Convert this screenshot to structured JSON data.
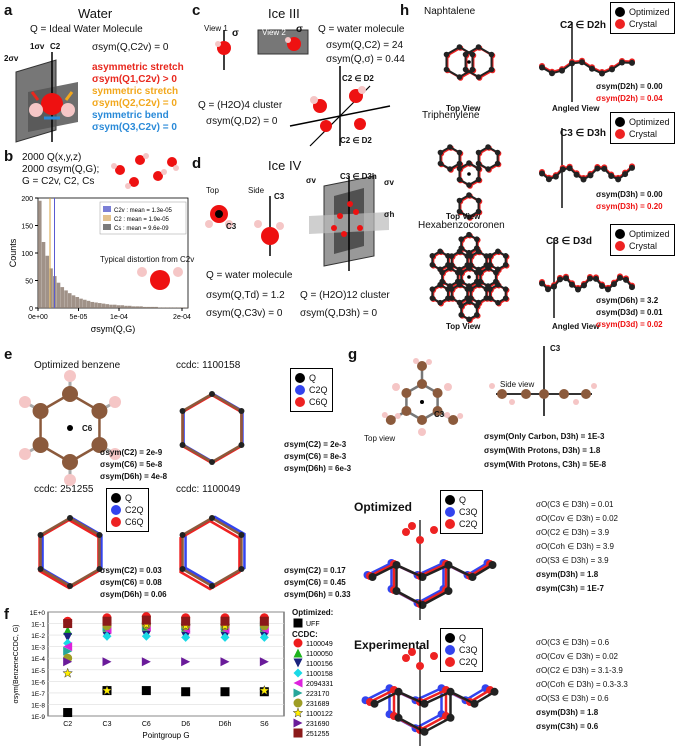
{
  "panels": {
    "a": {
      "label": "a",
      "title": "Water",
      "q_def": "Q = Ideal Water Molecule",
      "sym_eq": "σsym(Q,C2v) = 0",
      "axis_labels": [
        "1σv",
        "C2",
        "2σv"
      ],
      "modes": [
        {
          "text": "asymmetric stretch",
          "color": "#e8281e"
        },
        {
          "text": "σsym(Q1,C2v) > 0",
          "color": "#e8281e"
        },
        {
          "text": "symmetric stretch",
          "color": "#f2a81d"
        },
        {
          "text": "σsym(Q2,C2v) = 0",
          "color": "#f2a81d"
        },
        {
          "text": "symmetric bend",
          "color": "#2a8ad8"
        },
        {
          "text": "σsym(Q3,C2v) = 0",
          "color": "#2a8ad8"
        }
      ]
    },
    "b": {
      "label": "b",
      "lines": [
        "2000 Q(x,y,z)",
        "2000 σsym(Q,G);",
        "G = C2v, C2, Cs"
      ],
      "annotation": "Typical distortion from C2v"
    },
    "c": {
      "label": "c",
      "title": "Ice III",
      "view1": "View 1",
      "view2": "View 2",
      "sigma": "σ",
      "q_def": "Q = water molecule",
      "eq1": "σsym(Q,C2) = 24",
      "eq2": "σsym(Q,σ) = 0.44",
      "cluster": "Q = (H2O)4 cluster",
      "cluster_eq": "σsym(Q,D2) = 0",
      "axis1": "C2 ∈ D2",
      "axis2": "C2 ∈ D2"
    },
    "d": {
      "label": "d",
      "title": "Ice IV",
      "top": "Top",
      "side": "Side",
      "c3a": "C3",
      "c3b": "C3",
      "q_def": "Q = water molecule",
      "eq1": "σsym(Q,Td) = 1.2",
      "eq2": "σsym(Q,C3v) = 0",
      "cluster": "Q = (H2O)12 cluster",
      "cluster_eq": "σsym(Q,D3h) = 0",
      "axis": "C3 ∈ D3h",
      "sv1": "σv",
      "sv2": "σv",
      "sh": "σh"
    },
    "e": {
      "label": "e",
      "titles": [
        "Optimized benzene",
        "ccdc: 1100158",
        "ccdc: 251255",
        "ccdc: 1100049"
      ],
      "c6": "C6",
      "legend": [
        "Q",
        "C2Q",
        "C6Q"
      ],
      "vals": [
        [
          "σsym(C2) = 2e-9",
          "σsym(C6) = 5e-8",
          "σsym(D6h) = 4e-8"
        ],
        [
          "σsym(C2) = 2e-3",
          "σsym(C6) = 8e-3",
          "σsym(D6h) = 6e-3"
        ],
        [
          "σsym(C2) = 0.03",
          "σsym(C6) = 0.08",
          "σsym(D6h) = 0.06"
        ],
        [
          "σsym(C2) = 0.17",
          "σsym(C6) = 0.45",
          "σsym(D6h) = 0.33"
        ]
      ]
    },
    "f": {
      "label": "f",
      "optimized_label": "Optimized:",
      "ccdc_label": "CCDC:"
    },
    "g": {
      "label": "g",
      "side_view": "Side view",
      "top_view": "Top view",
      "c3": "C3",
      "c3b": "C3",
      "eqs": [
        "σsym(Only Carbon, D3h) = 1E-3",
        "σsym(With Protons, D3h) = 1.8",
        "σsym(With Protons, C3h) = 5E-8"
      ],
      "optimized": "Optimized",
      "experimental": "Experimental",
      "legend": [
        "Q",
        "C3Q",
        "C2Q"
      ],
      "opt_vals": [
        "σO(C3 ∈ D3h) = 0.01",
        "σO(Cσv ∈ D3h) = 0.02",
        "σO(C2 ∈ D3h) = 3.9",
        "σO(Cσh ∈ D3h) = 3.9",
        "σO(S3 ∈ D3h) = 3.9",
        "σsym(D3h) = 1.8",
        "σsym(C3h) = 1E-7"
      ],
      "exp_vals": [
        "σO(C3 ∈ D3h) = 0.6",
        "σO(Cσv ∈ D3h) = 0.02",
        "σO(C2 ∈ D3h) = 3.1-3.9",
        "σO(Cσh ∈ D3h) = 0.3-3.3",
        "σO(S3 ∈ D3h) = 0.6",
        "σsym(D3h) = 1.8",
        "σsym(C3h) = 0.6"
      ]
    },
    "h": {
      "label": "h",
      "mols": [
        "Naphtalene",
        "Triphenylene",
        "Hexabenzocoronen"
      ],
      "top_view": "Top View",
      "angled_view": "Angled View",
      "axes": [
        "C2 ∈ D2h",
        "C3 ∈ D3h",
        "C3 ∈ D3d"
      ],
      "legend": [
        "Optimized",
        "Crystal"
      ],
      "vals": [
        [
          "σsym(D2h) = 0.00",
          "σsym(D2h) = 0.04"
        ],
        [
          "σsym(D3h) = 0.00",
          "σsym(D3h) = 0.20"
        ],
        [
          "σsym(D6h) = 3.2",
          "σsym(D3d) = 0.01",
          "σsym(D3d) = 0.02"
        ]
      ]
    }
  },
  "chart_data": [
    {
      "type": "bar",
      "panel": "b",
      "xlabel": "σsym(Q,G)",
      "ylabel": "Counts",
      "ylim": [
        0,
        200
      ],
      "yticks": [
        0,
        50,
        100,
        150,
        200
      ],
      "xticks": [
        "0e+00",
        "5e-05",
        "1e-04",
        "2e-04"
      ],
      "legend_position": "top-right",
      "series": [
        {
          "name": "C2v : mean = 1.3e-05",
          "color": "#7b7fd6"
        },
        {
          "name": "C2 : mean = 1.9e-05",
          "color": "#e3c28f"
        },
        {
          "name": "Cs : mean = 9.6e-09",
          "color": "#7c7c7c"
        }
      ],
      "values": [
        195,
        120,
        95,
        72,
        58,
        46,
        38,
        32,
        27,
        23,
        20,
        17,
        15,
        13,
        11,
        10,
        9,
        8,
        7,
        6,
        6,
        5,
        5,
        4,
        4,
        3,
        3,
        3,
        2,
        2,
        2,
        2,
        1,
        1,
        1,
        1,
        1,
        1,
        1,
        1
      ]
    },
    {
      "type": "scatter",
      "panel": "f",
      "xlabel": "Pointgroup G",
      "ylabel": "σsym(BenzeneCCDC, G)",
      "categories": [
        "C2",
        "C3",
        "C6",
        "D6",
        "D6h",
        "S6"
      ],
      "yscale": "log",
      "ylim_exp": [
        -9,
        0
      ],
      "yticks": [
        "1E-9",
        "1E-8",
        "1E-7",
        "1E-6",
        "1E-5",
        "1E-4",
        "1E-3",
        "1E-2",
        "1E-1",
        "1E+0"
      ],
      "series": [
        {
          "name": "UFF",
          "group": "Optimized",
          "color": "#000000",
          "marker": "square",
          "exp": [
            -8.7,
            -6.8,
            -6.8,
            -6.9,
            -6.9,
            -6.9
          ]
        },
        {
          "name": "1100049",
          "group": "CCDC",
          "color": "#ee1c1c",
          "marker": "circle",
          "exp": [
            -0.8,
            -0.5,
            -0.4,
            -0.5,
            -0.5,
            -0.5
          ]
        },
        {
          "name": "1100050",
          "group": "CCDC",
          "color": "#1db31d",
          "marker": "triangle-up",
          "exp": [
            -1.6,
            -1.3,
            -1.2,
            -1.3,
            -1.3,
            -1.3
          ]
        },
        {
          "name": "1100156",
          "group": "CCDC",
          "color": "#1a237e",
          "marker": "triangle-down",
          "exp": [
            -2.2,
            -2.1,
            -2.0,
            -2.1,
            -2.1,
            -2.1
          ]
        },
        {
          "name": "1100158",
          "group": "CCDC",
          "color": "#19d9e6",
          "marker": "diamond",
          "exp": [
            -2.7,
            -2.1,
            -2.1,
            -2.2,
            -2.2,
            -2.2
          ]
        },
        {
          "name": "2094331",
          "group": "CCDC",
          "color": "#dd22dd",
          "marker": "triangle-left",
          "exp": [
            -3.0,
            -1.5,
            -1.3,
            -1.5,
            -1.5,
            -1.5
          ]
        },
        {
          "name": "223170",
          "group": "CCDC",
          "color": "#26a69a",
          "marker": "triangle-right",
          "exp": [
            -3.4,
            -1.3,
            -1.2,
            -1.2,
            -1.2,
            -1.2
          ]
        },
        {
          "name": "231689",
          "group": "CCDC",
          "color": "#9e9d24",
          "marker": "circle",
          "exp": [
            -4.0,
            -1.2,
            -1.1,
            -1.2,
            -1.2,
            -1.2
          ]
        },
        {
          "name": "1100122",
          "group": "CCDC",
          "color": "#ffee00",
          "marker": "star",
          "exp": [
            -5.3,
            -6.8,
            -1.1,
            -1.2,
            -1.2,
            -6.8
          ]
        },
        {
          "name": "231690",
          "group": "CCDC",
          "color": "#6a1b9a",
          "marker": "triangle-right",
          "exp": [
            -4.3,
            -4.3,
            -4.3,
            -4.3,
            -4.3,
            -4.3
          ]
        },
        {
          "name": "251255",
          "group": "CCDC",
          "color": "#8b1a1a",
          "marker": "square",
          "exp": [
            -1.0,
            -0.8,
            -0.7,
            -0.8,
            -0.8,
            -0.8
          ]
        }
      ]
    }
  ]
}
